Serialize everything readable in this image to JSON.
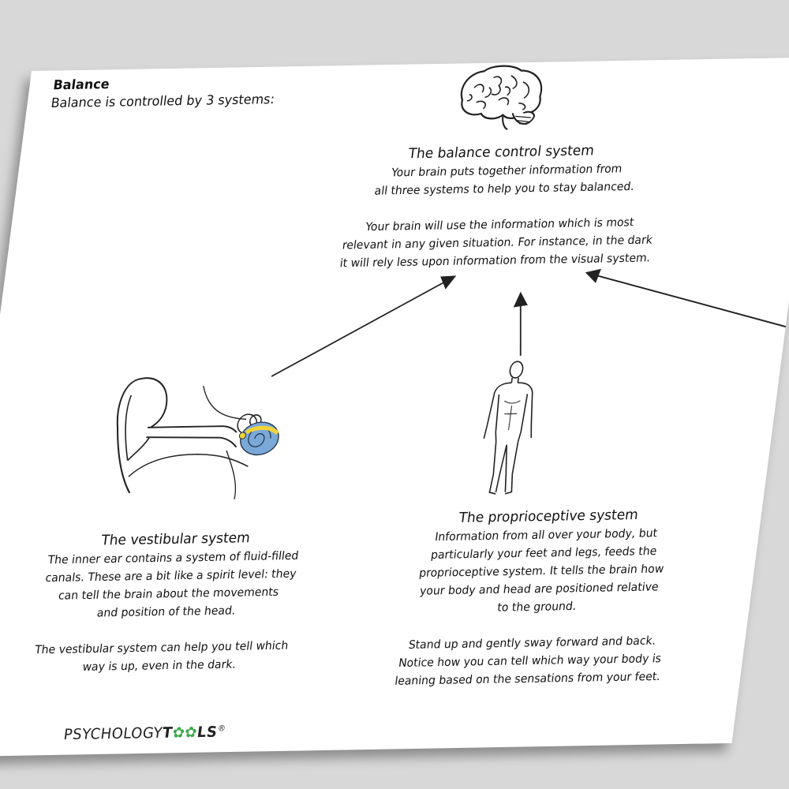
{
  "page": {
    "title": "Balance",
    "subtitle": "Balance is controlled by 3 systems:"
  },
  "balance_control": {
    "heading": "The balance control system",
    "body": "Your brain puts together information from\nall three systems to help you to stay balanced.\n\nYour brain will use the information which is most\nrelevant in any given situation. For instance, in the dark\nit will rely less upon information from the visual system."
  },
  "vestibular": {
    "heading": "The vestibular system",
    "body": "The inner ear contains a system of fluid-filled\ncanals. These are a bit like a spirit level: they\ncan tell the brain about the movements\nand position of the head.\n\nThe vestibular system can help you tell which\nway is up, even in the dark."
  },
  "proprioceptive": {
    "heading": "The proprioceptive system",
    "body": "Information from all over your body, but\nparticularly your feet and legs, feeds the\nproprioceptive system. It tells the brain how\nyour body and head are positioned relative\nto the ground.\n\nStand up and gently sway forward and back.\nNotice how you can tell which way your body is\nleaning based on the sensations from your feet."
  },
  "logo": {
    "part1": "PSYCHOLOGY",
    "part2a": "T",
    "part2b": "LS",
    "mark": "®"
  },
  "colors": {
    "inner_ear_blue": "#7aa8d8",
    "inner_ear_yellow": "#f2d43a",
    "logo_green": "#3aa84a"
  },
  "icons": [
    "brain-illustration",
    "ear-illustration",
    "human-figure-illustration",
    "arrow"
  ]
}
